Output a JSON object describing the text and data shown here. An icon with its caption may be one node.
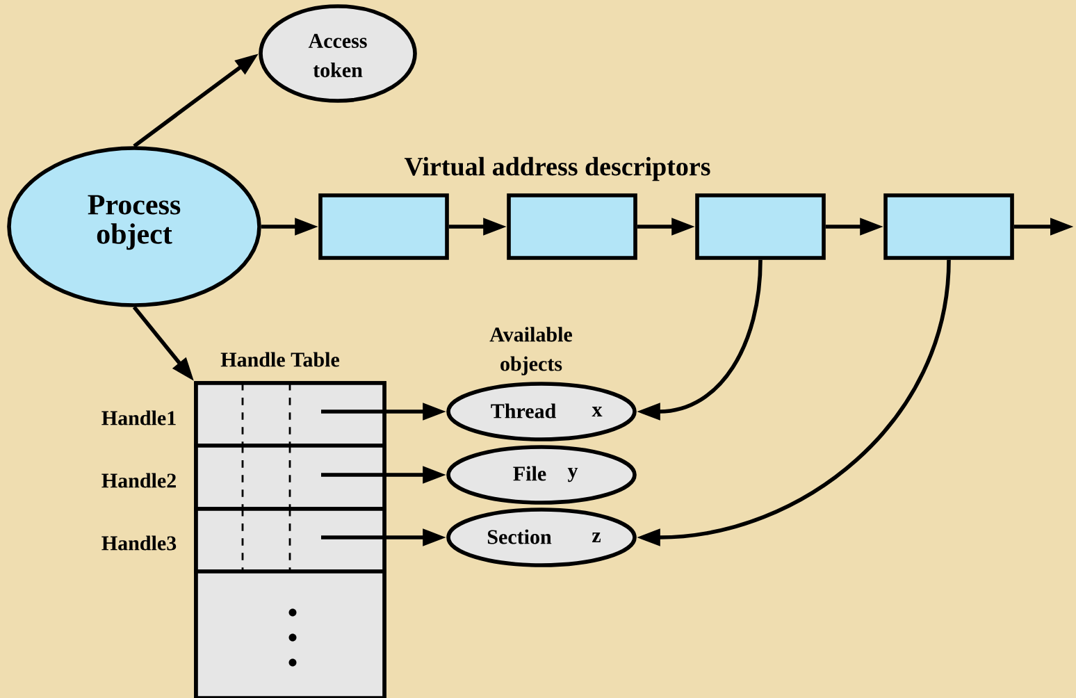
{
  "diagram": {
    "nodes": [
      {
        "text": [
          "Process object"
        ]
      },
      {
        "text": [
          "Access token"
        ]
      },
      {
        "text": [],
        "shape": "box"
      },
      {
        "text": [],
        "shape": "box"
      },
      {
        "text": [],
        "shape": "box"
      },
      {
        "text": [],
        "shape": "box"
      },
      {
        "text": [
          "Handle Table"
        ]
      },
      {
        "text": [],
        "shape": "box",
        "in": 6,
        "beside": [
          "Handle1"
        ]
      },
      {
        "text": [],
        "shape": "box",
        "in": 6,
        "beside": [
          "Handle2"
        ]
      },
      {
        "text": [],
        "shape": "box",
        "in": 6,
        "beside": [
          "Handle3"
        ]
      },
      {
        "text": [],
        "shape": "box",
        "in": 6
      },
      {
        "text": [
          "Thread",
          "x"
        ]
      },
      {
        "text": [
          "File",
          "y"
        ]
      },
      {
        "text": [
          "Section",
          "z"
        ]
      }
    ],
    "edges": [
      {
        "from": 0,
        "to": 1,
        "arrow": "to"
      },
      {
        "from": 0,
        "to": 2,
        "arrow": "to"
      },
      {
        "from": 2,
        "to": 3,
        "arrow": "to"
      },
      {
        "from": 3,
        "to": 4,
        "arrow": "to"
      },
      {
        "from": 4,
        "to": 5,
        "arrow": "to"
      },
      {
        "from": 5,
        "to": null,
        "arrow": "to"
      },
      {
        "from": 0,
        "to": 6,
        "arrow": "to"
      },
      {
        "from": 7,
        "to": 11,
        "arrow": "to"
      },
      {
        "from": 8,
        "to": 12,
        "arrow": "to"
      },
      {
        "from": 9,
        "to": 13,
        "arrow": "to"
      },
      {
        "from": 4,
        "to": 11,
        "arrow": "to"
      },
      {
        "from": 5,
        "to": 13,
        "arrow": "to"
      }
    ],
    "labels": [
      "Virtual address descriptors",
      "Available objects"
    ]
  }
}
